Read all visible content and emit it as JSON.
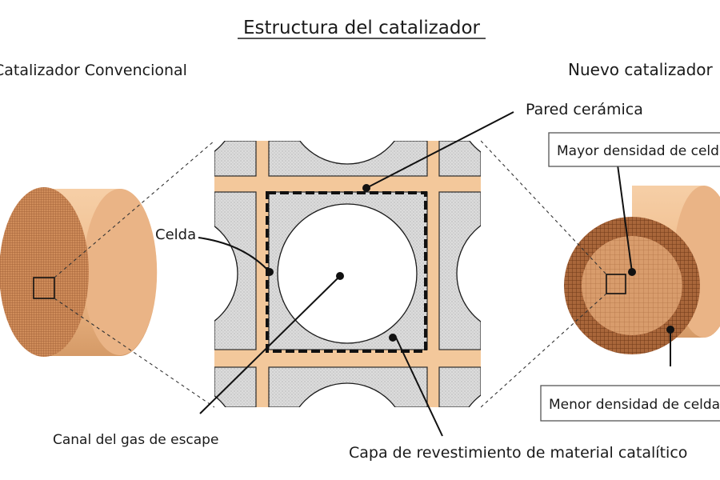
{
  "title": "Estructura del catalizador",
  "labels": {
    "conventional": "Catalizador Convencional",
    "new_catalyst": "Nuevo catalizador",
    "ceramic_wall": "Pared cerámica",
    "cell": "Celda",
    "exhaust_channel": "Canal del gas de escape",
    "coating_layer": "Capa de revestimiento de material catalítico",
    "higher_density": "Mayor densidad de celdas",
    "lower_density": "Menor densidad de celdas"
  },
  "colors": {
    "ceramic": "#f3c89b",
    "ceramic_dark": "#c27f4e",
    "coating": "#d5d5d5",
    "outline": "#1a1a1a"
  }
}
